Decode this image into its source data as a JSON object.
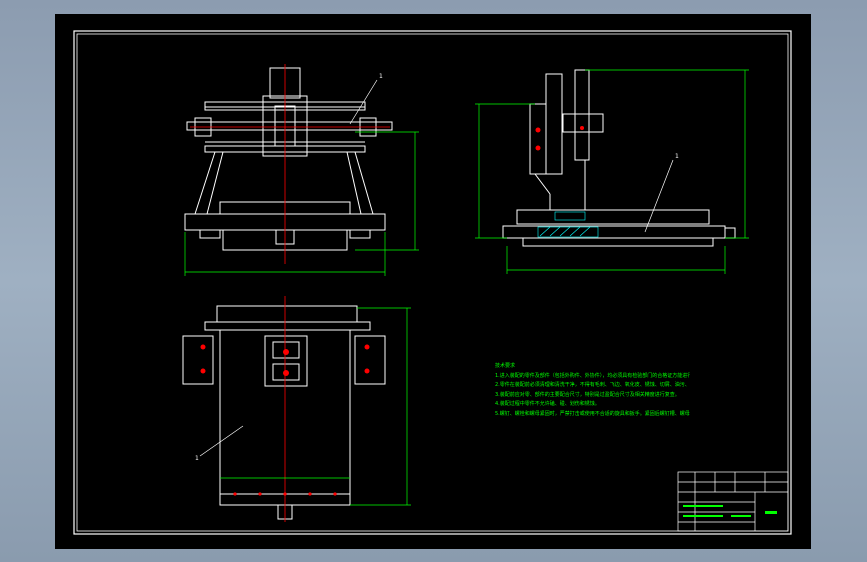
{
  "drawing": {
    "callouts": [
      "1",
      "1",
      "1"
    ],
    "notes": {
      "heading": "技术要求",
      "lines": [
        "1.进入装配的零件及部件（包括外购件、外协件），均必须具有检验部门的合格证方能进行装配。",
        "2.零件在装配前必须清理和清洗干净，不得有毛刺、飞边、氧化皮、锈蚀、切屑、油污、着色剂和灰尘等。",
        "3.装配前应对零、部件的主要配合尺寸，特别是过盈配合尺寸及相关精度进行复查。",
        "4.装配过程中零件不允许磕、碰、划伤和锈蚀。",
        "5.螺钉、螺栓和螺母紧固时，严禁打击或使用不合适的旋具和扳手。紧固后螺钉槽、螺母和螺钉、螺栓头部不得损坏。"
      ]
    },
    "colors": {
      "background": "#000000",
      "lines": "#ffffff",
      "dimensions": "#00ff00",
      "centerlines": "#ff0000",
      "hatch": "#00ffff"
    }
  }
}
